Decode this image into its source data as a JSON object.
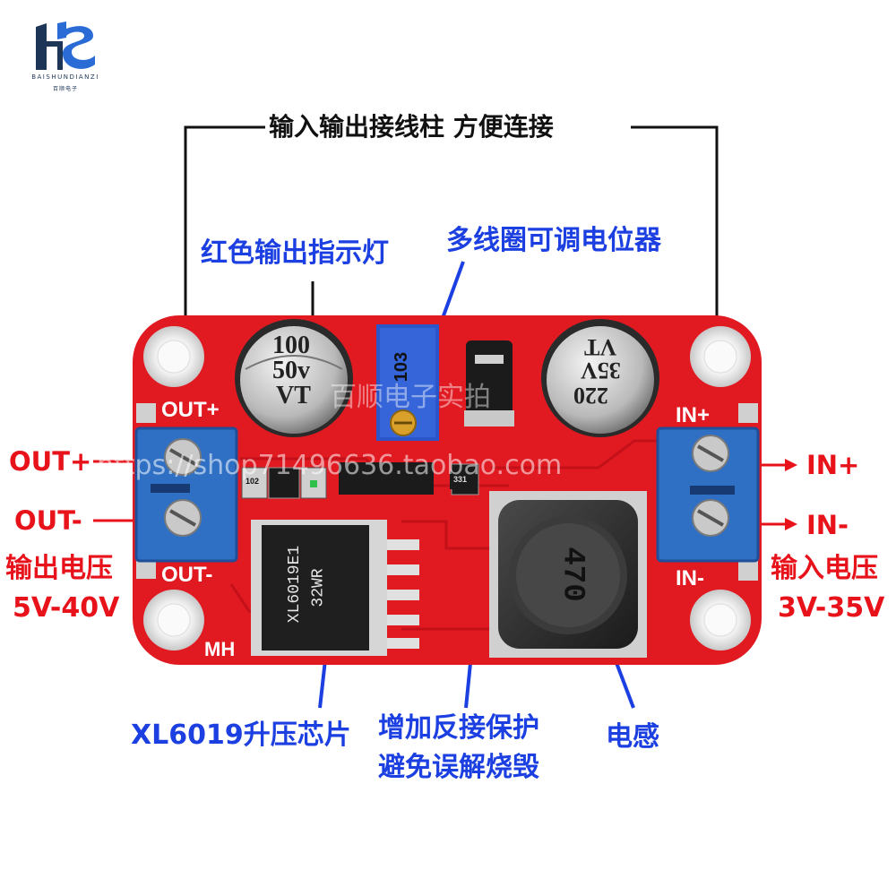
{
  "logo": {
    "brand_en": "BAISHUNDIANZI",
    "brand_cn": "百顺电子",
    "mark_colors": {
      "left": "#1d3557",
      "right": "#2a6bd6"
    }
  },
  "labels": {
    "top_terminals": "输入输出接线柱 方便连接",
    "red_led": "红色输出指示灯",
    "potentiometer": "多线圈可调电位器",
    "out_plus": "OUT+",
    "out_minus": "OUT-",
    "in_plus": "IN+",
    "in_minus": "IN-",
    "output_voltage_title": "输出电压",
    "output_voltage_range": "5V-40V",
    "input_voltage_title": "输入电压",
    "input_voltage_range": "3V-35V",
    "chip": "XL6019升压芯片",
    "reverse_protection_line1": "增加反接保护",
    "reverse_protection_line2": "避免误解烧毁",
    "inductor": "电感"
  },
  "board": {
    "silk": {
      "out_plus": "OUT+",
      "out_minus": "OUT-",
      "in_plus": "IN+",
      "in_minus": "IN-",
      "mh": "MH"
    },
    "cap_left": {
      "line1": "100",
      "line2": "50v",
      "line3": "VT"
    },
    "cap_right": {
      "line1": "VT",
      "line2": "35V",
      "line3": "220"
    },
    "pot_code": "103",
    "chip_code_line1": "XL6019E1",
    "chip_code_line2": "32WR",
    "inductor_code": "470",
    "resistor_codes": {
      "r1": "102",
      "r2": "331"
    },
    "watermark_url": "https://shop71496636.taobao.com",
    "watermark_cn": "百顺电子实拍"
  },
  "colors": {
    "board_red": "#e11a22",
    "terminal_blue": "#2f6fc4",
    "label_blue": "#1b3fe0",
    "label_red": "#e8121b",
    "label_black": "#111111"
  }
}
